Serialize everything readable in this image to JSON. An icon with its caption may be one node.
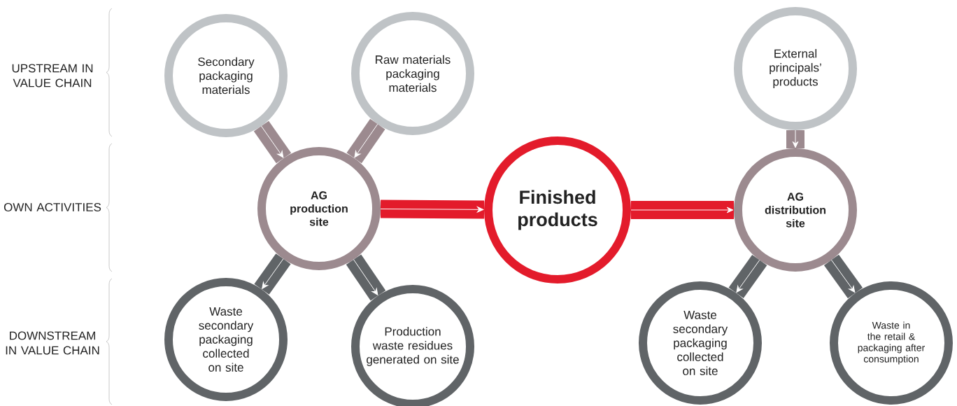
{
  "diagram": {
    "nodes": [
      {
        "text": [
          "Secondary packaging materials"
        ]
      },
      {
        "text": [
          "Raw materials packaging materials"
        ]
      },
      {
        "text": [
          "AG production site"
        ]
      },
      {
        "text": [
          "Finished products"
        ]
      },
      {
        "text": [
          "External principals’ products"
        ]
      },
      {
        "text": [
          "AG distribution site"
        ]
      },
      {
        "text": [
          "Waste secondary packaging collected on site"
        ]
      },
      {
        "text": [
          "Production waste residues generated on site"
        ]
      },
      {
        "text": [
          "Waste secondary packaging collected on site"
        ]
      },
      {
        "text": [
          "Waste in the retail & packaging after consumption"
        ]
      }
    ],
    "edges": [
      {
        "from": 0,
        "to": 2,
        "arrow": "to"
      },
      {
        "from": 1,
        "to": 2,
        "arrow": "to"
      },
      {
        "from": 2,
        "to": 3,
        "arrow": "to",
        "color": "#e31b2b"
      },
      {
        "from": 3,
        "to": 5,
        "arrow": "to",
        "color": "#e31b2b"
      },
      {
        "from": 4,
        "to": 5,
        "arrow": "to"
      },
      {
        "from": 2,
        "to": 6,
        "arrow": "to"
      },
      {
        "from": 2,
        "to": 7,
        "arrow": "to"
      },
      {
        "from": 5,
        "to": 8,
        "arrow": "to"
      },
      {
        "from": 5,
        "to": 9,
        "arrow": "to"
      }
    ],
    "labels": [
      "UPSTREAM IN VALUE CHAIN",
      "OWN ACTIVITIES",
      "DOWNSTREAM IN VALUE CHAIN"
    ]
  }
}
